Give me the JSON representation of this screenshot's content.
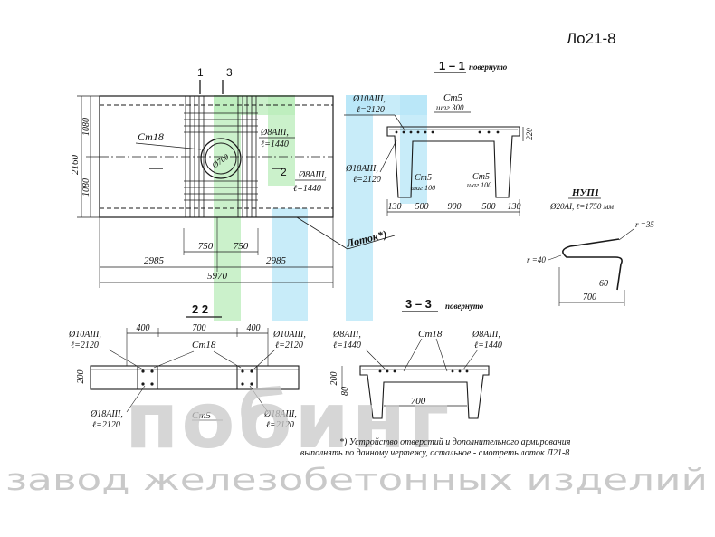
{
  "sheet_code": "Ло21-8",
  "plan": {
    "dims": {
      "width_total": "5970",
      "half_left": "2985",
      "half_right": "2985",
      "height_total": "2160",
      "height_top": "1080",
      "height_bottom": "1080",
      "opening_left": "750",
      "opening_right": "750"
    },
    "cuts": {
      "cut1": "1",
      "cut3": "3",
      "cut2": "2"
    },
    "labels": {
      "st18": "Ст18",
      "d8_top": "Ø8АIII,",
      "d8_top_len": "ℓ=1440",
      "d8_mid": "Ø8АIII,",
      "d8_mid_len": "ℓ=1440",
      "tray": "Лоток*)",
      "opening": "Ø700"
    }
  },
  "section_1_1": {
    "title": "1 – 1",
    "note": "повернуто",
    "labels": {
      "d10": "Ø10АIII,",
      "d10_len": "ℓ=2120",
      "st5_top": "Ст5",
      "step300": "шаг 300",
      "d18": "Ø18АIII,",
      "d18_len": "ℓ=2120",
      "st5_a": "Ст5",
      "step100_a": "шаг 100",
      "st5_b": "Ст5",
      "step100_b": "шаг 100"
    },
    "dims": [
      "130",
      "500",
      "900",
      "500",
      "130"
    ],
    "height": "220"
  },
  "nup1": {
    "title": "НУП1",
    "spec": "Ø20АI, ℓ=1750 мм",
    "r_outer": "r =40",
    "r_inner": "r =35",
    "width": "700",
    "height": "60"
  },
  "section_2_2": {
    "title": "2  2",
    "dims": {
      "left": "400",
      "mid": "700",
      "right": "400",
      "height": "200"
    },
    "labels": {
      "d10_left": "Ø10АIII,",
      "d10_left_len": "ℓ=2120",
      "st18": "Ст18",
      "d10_right": "Ø10АIII,",
      "d10_right_len": "ℓ=2120",
      "d18_left": "Ø18АIII,",
      "d18_left_len": "ℓ=2120",
      "st5": "Ст5",
      "d18_right": "Ø18АIII,",
      "d18_right_len": "ℓ=2120"
    }
  },
  "section_3_3": {
    "title": "3 – 3",
    "note": "повернуто",
    "labels": {
      "d8_left": "Ø8АIII,",
      "d8_left_len": "ℓ=1440",
      "st18": "Ст18",
      "d8_right": "Ø8АIII,",
      "d8_right_len": "ℓ=1440"
    },
    "dims": {
      "height": "200",
      "depth": "80",
      "width": "700"
    }
  },
  "footnote": {
    "line1": "*) Устройство отверстий и дополнительного армирования",
    "line2": "выполнять по данному чертежу, остальное - смотреть лоток Л21-8"
  },
  "watermark": {
    "brand": "побинг",
    "tagline": "завод железобетонных изделий",
    "colors": {
      "green": "#b9ecb9",
      "cyan": "#b6e6f7",
      "gray": "#c9c9c9"
    }
  }
}
